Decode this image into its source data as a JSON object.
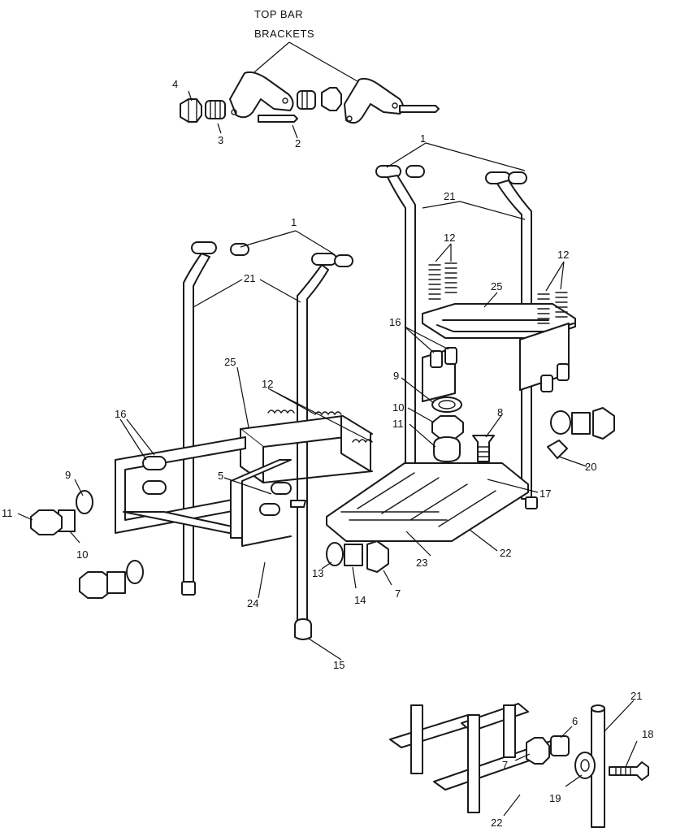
{
  "title": {
    "line1": "TOP BAR",
    "line2": "BRACKETS"
  },
  "callouts": [
    {
      "id": "c4",
      "text": "4"
    },
    {
      "id": "c3",
      "text": "3"
    },
    {
      "id": "c2",
      "text": "2"
    },
    {
      "id": "c1a",
      "text": "1"
    },
    {
      "id": "c21a",
      "text": "21"
    },
    {
      "id": "c12a",
      "text": "12"
    },
    {
      "id": "c12b",
      "text": "12"
    },
    {
      "id": "c25a",
      "text": "25"
    },
    {
      "id": "c16a",
      "text": "16"
    },
    {
      "id": "c9a",
      "text": "9"
    },
    {
      "id": "c10a",
      "text": "10"
    },
    {
      "id": "c11a",
      "text": "11"
    },
    {
      "id": "c8",
      "text": "8"
    },
    {
      "id": "c20",
      "text": "20"
    },
    {
      "id": "c17",
      "text": "17"
    },
    {
      "id": "c22a",
      "text": "22"
    },
    {
      "id": "c23",
      "text": "23"
    },
    {
      "id": "c1b",
      "text": "1"
    },
    {
      "id": "c21b",
      "text": "21"
    },
    {
      "id": "c25b",
      "text": "25"
    },
    {
      "id": "c12c",
      "text": "12"
    },
    {
      "id": "c16b",
      "text": "16"
    },
    {
      "id": "c9b",
      "text": "9"
    },
    {
      "id": "c11b",
      "text": "11"
    },
    {
      "id": "c10b",
      "text": "10"
    },
    {
      "id": "c5",
      "text": "5"
    },
    {
      "id": "c13",
      "text": "13"
    },
    {
      "id": "c14",
      "text": "14"
    },
    {
      "id": "c7a",
      "text": "7"
    },
    {
      "id": "c24",
      "text": "24"
    },
    {
      "id": "c15",
      "text": "15"
    },
    {
      "id": "c21c",
      "text": "21"
    },
    {
      "id": "c6",
      "text": "6"
    },
    {
      "id": "c18",
      "text": "18"
    },
    {
      "id": "c7b",
      "text": "7"
    },
    {
      "id": "c19",
      "text": "19"
    },
    {
      "id": "c22b",
      "text": "22"
    }
  ]
}
